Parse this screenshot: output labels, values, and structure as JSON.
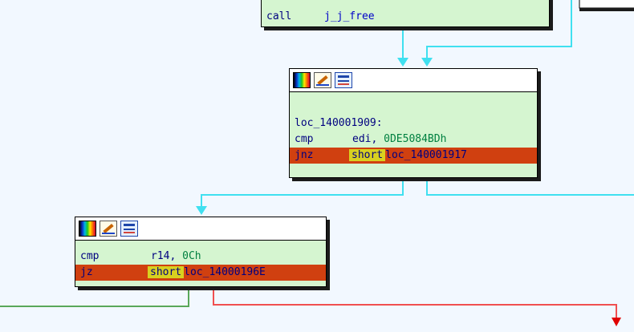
{
  "blocks": {
    "top": {
      "lines": [
        {
          "mnemonic": "call",
          "operand": "j_j_free"
        }
      ]
    },
    "middle": {
      "label": "loc_140001909:",
      "cmp": {
        "mnemonic": "cmp",
        "reg": "edi, ",
        "imm": "0DE5084BDh"
      },
      "jnz": {
        "mnemonic": "jnz",
        "short": "short",
        "target": "loc_140001917"
      }
    },
    "bottom": {
      "cmp": {
        "mnemonic": "cmp",
        "reg": "r14, ",
        "imm": "0Ch"
      },
      "jz": {
        "mnemonic": "jz",
        "short": "short",
        "target": "loc_14000196E"
      }
    }
  },
  "icons": [
    "palette-icon",
    "edit-color-icon",
    "graph-overview-icon"
  ],
  "colors": {
    "background": "#f2f8ff",
    "node_fill": "#d5f5d0",
    "jump_line": "#d04010",
    "short_keyword": "#d8d020",
    "edge_unconditional": "#40e0f0",
    "edge_true": "#5aa85a",
    "edge_false": "#f05050"
  }
}
